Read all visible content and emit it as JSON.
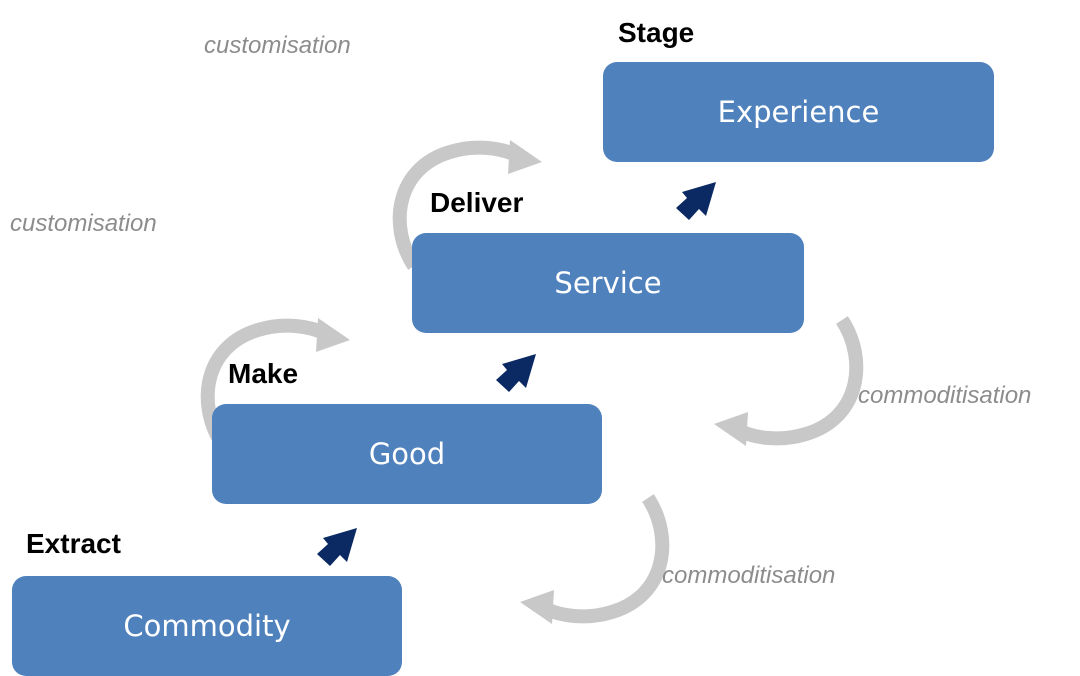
{
  "stages": [
    {
      "verb": "Extract",
      "box": "Commodity"
    },
    {
      "verb": "Make",
      "box": "Good"
    },
    {
      "verb": "Deliver",
      "box": "Service"
    },
    {
      "verb": "Stage",
      "box": "Experience"
    }
  ],
  "cycle_labels": {
    "customisation_upper": "customisation",
    "customisation_lower": "customisation",
    "commoditisation_upper": "commoditisation",
    "commoditisation_lower": "commoditisation"
  },
  "colors": {
    "box_fill": "#4f81bd",
    "box_text": "#ffffff",
    "up_arrow": "#0b2a63",
    "cycle_arrow": "#c8c8c8",
    "cycle_label": "#8c8c8c"
  },
  "icons": {
    "up_arrow": "diagonal-up-right-arrow-icon",
    "cycle_arrow": "curved-cycle-arrow-icon"
  }
}
